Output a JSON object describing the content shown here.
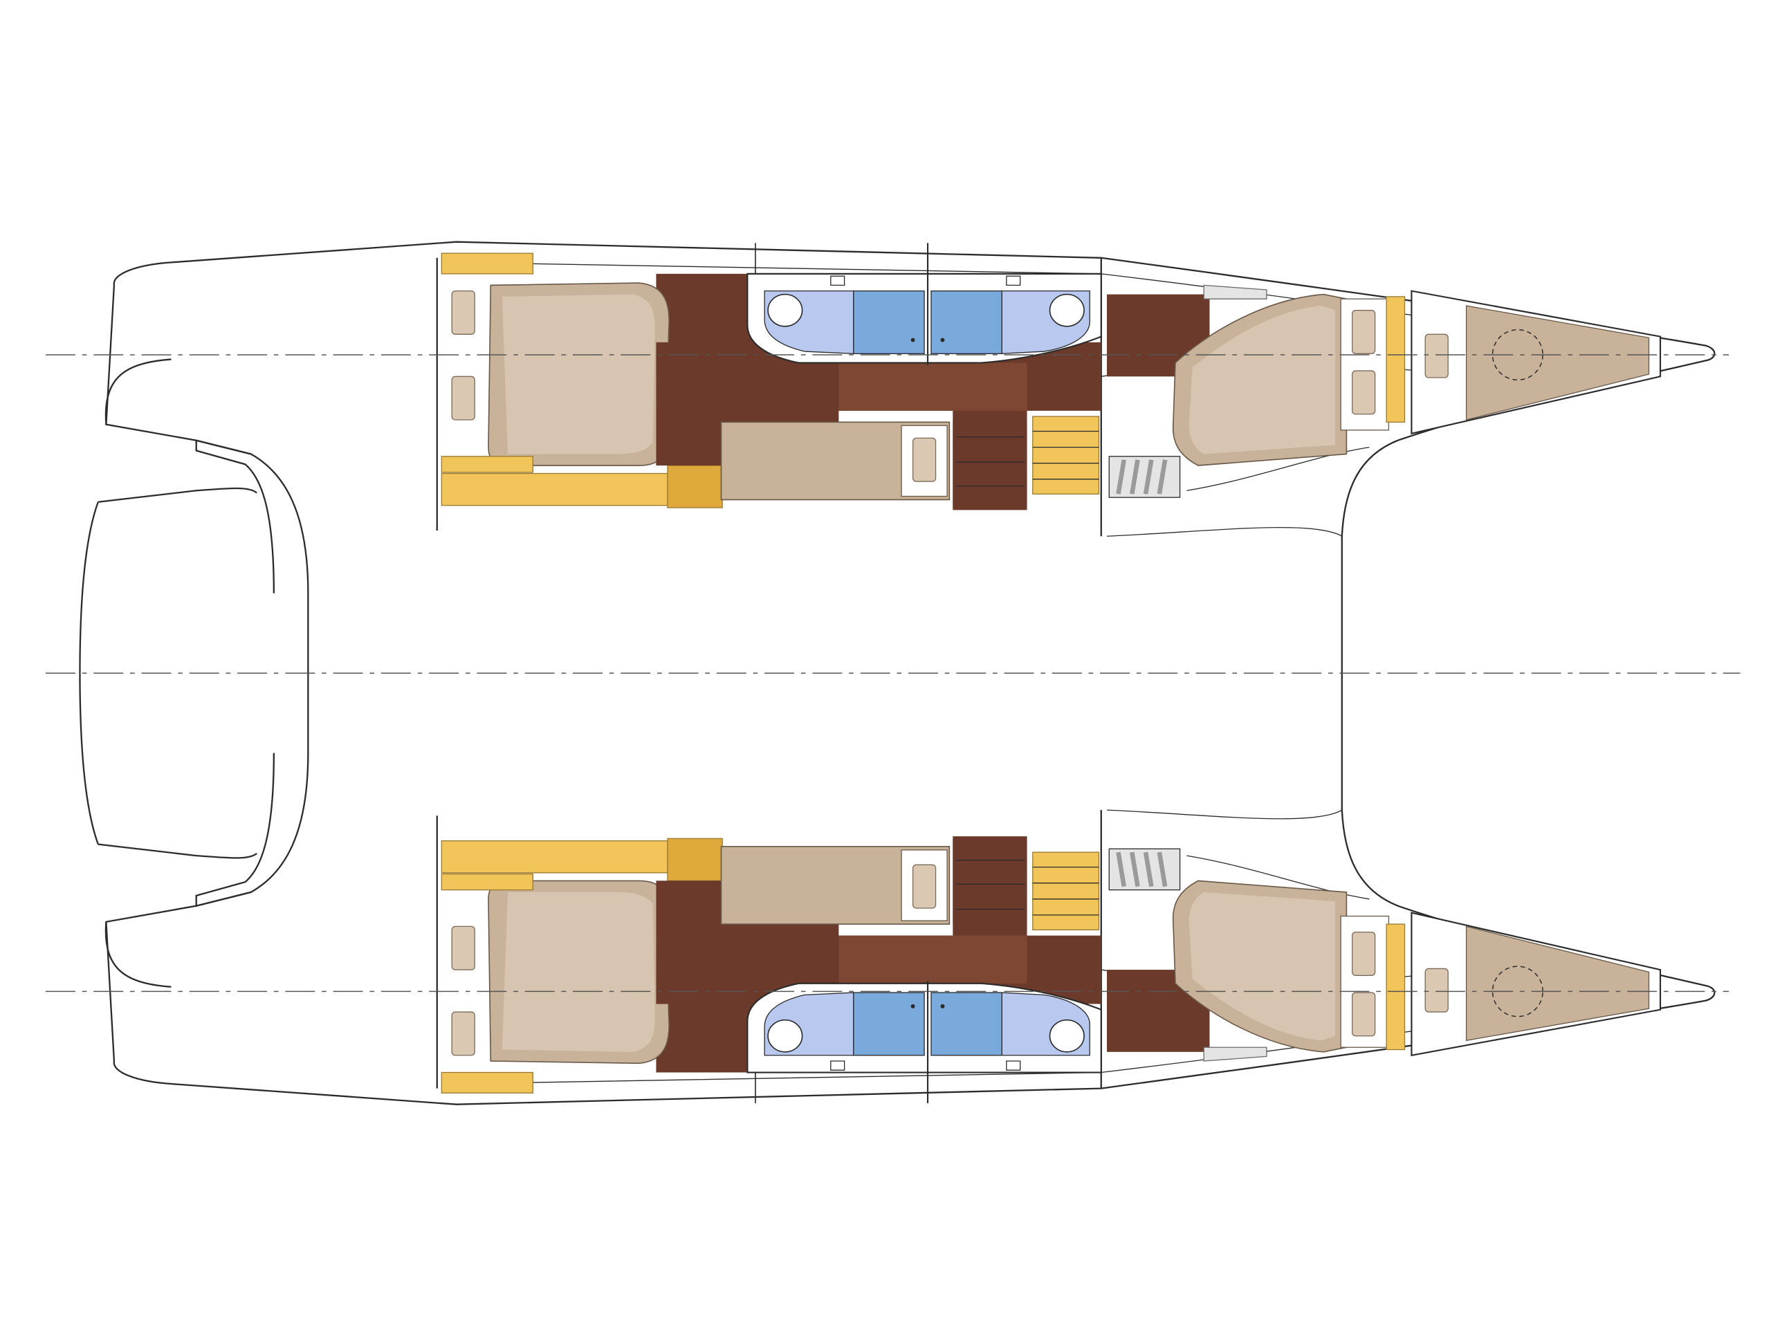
{
  "diagram": {
    "type": "catamaran-layout-plan",
    "view": "top",
    "hulls": 2,
    "cabins": 4,
    "heads": 4,
    "helm_stairs_per_hull": 1,
    "text_labels": []
  },
  "colors": {
    "background": "#ffffff",
    "outline": "#2b2b2b",
    "centerline": "#555555",
    "berth": "#c9b29a",
    "berth_shade": "#e3d5c5",
    "floor": "#6b3a2a",
    "floor_light": "#7e4733",
    "head_light": "#b8c8ee",
    "head_dark": "#7aa9dc",
    "yellow": "#f2c55a",
    "yellow_dark": "#e0a93c",
    "pillow": "#dbc8b3",
    "grey": "#e4e4e4",
    "vent": "#9a9a9a"
  }
}
